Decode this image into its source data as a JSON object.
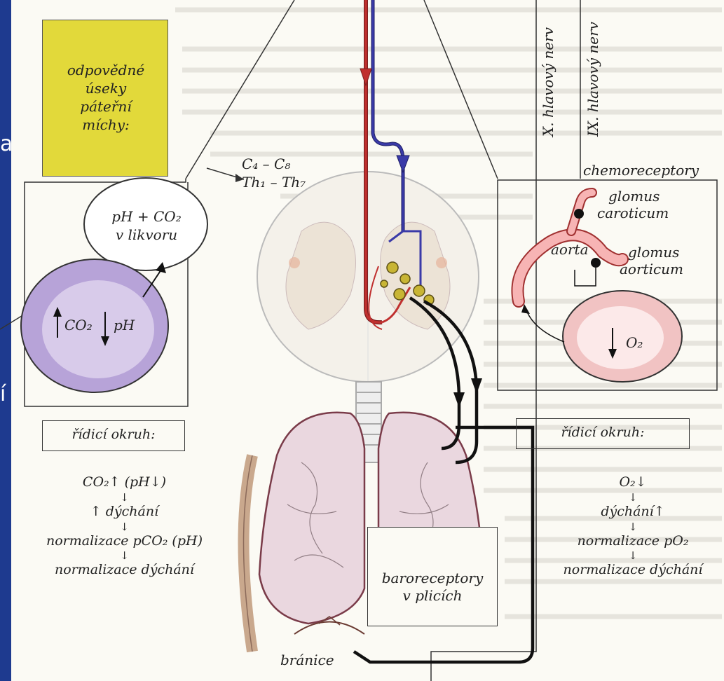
{
  "spinal_box": {
    "line1": "odpovědné",
    "line2": "úseky",
    "line3": "páteřní",
    "line4": "míchy:"
  },
  "segments": {
    "c": "C₄ – C₈",
    "th": "Th₁ – Th₇"
  },
  "left_panel": {
    "csf_oval": {
      "line1": "pH + CO₂",
      "line2": "v likvoru"
    },
    "blood_oval": {
      "text": "CO₂",
      "ph": "pH"
    },
    "control_box": "řídicí okruh:",
    "chain": [
      "CO₂↑ (pH↓)",
      "↓",
      "↑ dýchání",
      "↓",
      "normalizace pCO₂ (pH)",
      "↓",
      "normalizace dýchání"
    ]
  },
  "right_panel": {
    "title": "chemoreceptory",
    "glomus_caroticum": {
      "line1": "glomus",
      "line2": "caroticum"
    },
    "aorta": "aorta",
    "glomus_aorticum": {
      "line1": "glomus",
      "line2": "aorticum"
    },
    "o2_oval": "O₂",
    "control_box": "řídicí okruh:",
    "chain": [
      "O₂↓",
      "↓",
      "dýchání↑",
      "↓",
      "normalizace pO₂",
      "↓",
      "normalizace dýchání"
    ]
  },
  "nerves": {
    "x": "X. hlavový nerv",
    "ix": "IX. hlavový nerv"
  },
  "baroreceptors": {
    "line1": "baroreceptory",
    "line2": "v plicích"
  },
  "diaphragm": "bránice",
  "edge_fragments": {
    "a": "a",
    "b": "í"
  },
  "colors": {
    "background": "#1e3a8f",
    "paper": "#fbfaf4",
    "yellow_box": "#e2d93a",
    "oval_purple": "#b7a3d8",
    "oval_pink": "#f1c3c3",
    "artery": "#c0302f",
    "vein": "#3a3aa8"
  }
}
